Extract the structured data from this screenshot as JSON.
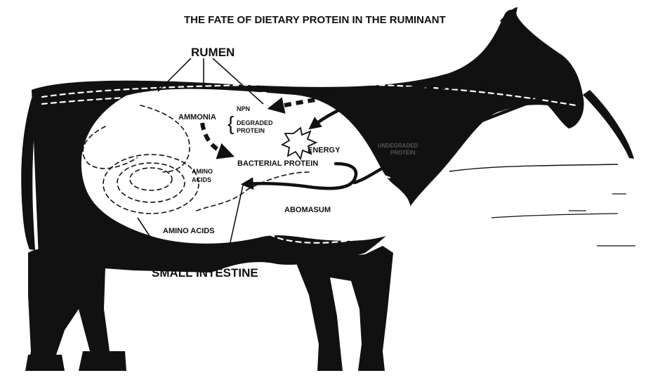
{
  "title": "THE FATE OF DIETARY PROTEIN IN THE RUMINANT",
  "labels": {
    "rumen": "RUMEN",
    "ammonia": "AMMONIA",
    "brace": "{",
    "npn": "NPN",
    "degraded_protein_1": "DEGRADED",
    "degraded_protein_2": "PROTEIN",
    "energy": "ENERGY",
    "bacterial_protein": "BACTERIAL PROTEIN",
    "undegraded_protein_1": "UNDEGRADED",
    "undegraded_protein_2": "PROTEIN",
    "amino_acids_upper_1": "AMINO",
    "amino_acids_upper_2": "ACIDS",
    "amino_acids_lower": "AMINO ACIDS",
    "abomasum": "ABOMASUM",
    "small_intestine": "SMALL INTESTINE"
  },
  "colors": {
    "ink": "#111111",
    "paper": "#ffffff"
  }
}
